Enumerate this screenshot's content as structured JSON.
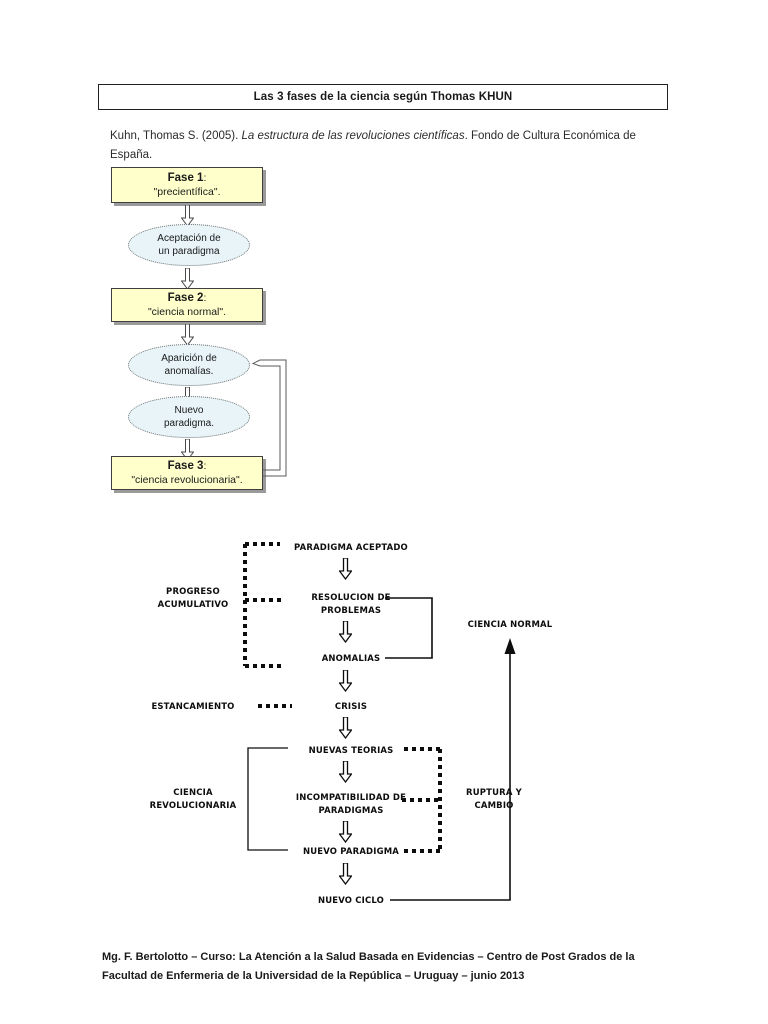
{
  "document": {
    "title_bar": "Las 3 fases de la ciencia según Thomas KHUN",
    "citation": {
      "prefix": "Kuhn, Thomas S. (2005). ",
      "italic": "La estructura de las revoluciones científicas",
      "suffix": ". Fondo de Cultura Económica de España."
    },
    "footer_line1": "Mg. F. Bertolotto – Curso: La Atención a la Salud Basada en Evidencias – Centro de Post Grados de la",
    "footer_line2": "Facultad de Enfermeria de la Universidad de la República – Uruguay – junio 2013"
  },
  "colors": {
    "box_fill": "#ffffcc",
    "box_border": "#3f3f3f",
    "box_shadow": "#9a9a9a",
    "ellipse_fill": "#e8f4f8",
    "ellipse_border": "#6f6f6f",
    "ink": "#0d0d0d",
    "page_background": "#ffffff"
  },
  "diagram1": {
    "nodes": [
      {
        "id": "fase1",
        "shape": "box",
        "line1": "Fase 1",
        "line1_suffix": ":",
        "line2": "\"precientífica\"."
      },
      {
        "id": "aceptacion",
        "shape": "ellipse",
        "line1": "Aceptación de",
        "line2": "un paradigma"
      },
      {
        "id": "fase2",
        "shape": "box",
        "line1": "Fase 2",
        "line1_suffix": ":",
        "line2": "\"ciencia normal\"."
      },
      {
        "id": "anomalias",
        "shape": "ellipse",
        "line1": "Aparición de",
        "line2": "anomalías."
      },
      {
        "id": "nuevo_paradigma",
        "shape": "ellipse",
        "line1": "Nuevo",
        "line2": "paradigma."
      },
      {
        "id": "fase3",
        "shape": "box",
        "line1": "Fase 3",
        "line1_suffix": ":",
        "line2": "\"ciencia revolucionaria\"."
      }
    ],
    "connectors": [
      {
        "from": "fase1",
        "to": "aceptacion",
        "type": "block-arrow-down"
      },
      {
        "from": "aceptacion",
        "to": "fase2",
        "type": "block-arrow-down"
      },
      {
        "from": "fase2",
        "to": "anomalias",
        "type": "block-arrow-down"
      },
      {
        "from": "anomalias",
        "to": "nuevo_paradigma",
        "type": "block-arrow-down"
      },
      {
        "from": "nuevo_paradigma",
        "to": "fase3",
        "type": "block-arrow-down"
      },
      {
        "from": "fase3",
        "to": "anomalias",
        "type": "feedback-loop-right"
      }
    ]
  },
  "diagram2": {
    "center_nodes": [
      {
        "id": "paradigma_aceptado",
        "text": "PARADIGMA ACEPTADO"
      },
      {
        "id": "resolucion",
        "text": "RESOLUCION DE PROBLEMAS"
      },
      {
        "id": "anomalias2",
        "text": "ANOMALIAS"
      },
      {
        "id": "crisis",
        "text": "CRISIS"
      },
      {
        "id": "nuevas_teorias",
        "text": "NUEVAS TEORIAS"
      },
      {
        "id": "incompatibilidad",
        "text": "INCOMPATIBILIDAD DE PARADIGMAS"
      },
      {
        "id": "nuevo_paradigma2",
        "text": "NUEVO PARADIGMA"
      },
      {
        "id": "nuevo_ciclo",
        "text": "NUEVO CICLO"
      }
    ],
    "side_labels": [
      {
        "id": "progreso",
        "text": "PROGRESO ACUMULATIVO",
        "side": "left"
      },
      {
        "id": "estancamiento",
        "text": "ESTANCAMIENTO",
        "side": "left"
      },
      {
        "id": "ciencia_revolucionaria",
        "text": "CIENCIA REVOLUCIONARIA",
        "side": "left"
      },
      {
        "id": "ruptura",
        "text": "RUPTURA Y CAMBIO",
        "side": "right"
      },
      {
        "id": "ciencia_normal",
        "text": "CIENCIA NORMAL",
        "side": "right"
      }
    ],
    "connectors": [
      {
        "type": "block-arrow-down",
        "from": "paradigma_aceptado",
        "to": "resolucion"
      },
      {
        "type": "block-arrow-down",
        "from": "resolucion",
        "to": "anomalias2"
      },
      {
        "type": "block-arrow-down",
        "from": "anomalias2",
        "to": "crisis"
      },
      {
        "type": "block-arrow-down",
        "from": "crisis",
        "to": "nuevas_teorias"
      },
      {
        "type": "block-arrow-down",
        "from": "nuevas_teorias",
        "to": "incompatibilidad"
      },
      {
        "type": "block-arrow-down",
        "from": "incompatibilidad",
        "to": "nuevo_paradigma2"
      },
      {
        "type": "block-arrow-down",
        "from": "nuevo_paradigma2",
        "to": "nuevo_ciclo"
      },
      {
        "type": "dotted-bracket-left",
        "label": "progreso"
      },
      {
        "type": "dotted-stub",
        "label": "estancamiento"
      },
      {
        "type": "dotted-bracket-right",
        "label": "ruptura"
      },
      {
        "type": "solid-bracket-left",
        "label": "ciencia_revolucionaria"
      },
      {
        "type": "solid-bracket-right",
        "from": "resolucion",
        "to": "anomalias2"
      },
      {
        "type": "arrow-up",
        "from": "nuevo_ciclo",
        "to": "ciencia_normal"
      }
    ]
  }
}
